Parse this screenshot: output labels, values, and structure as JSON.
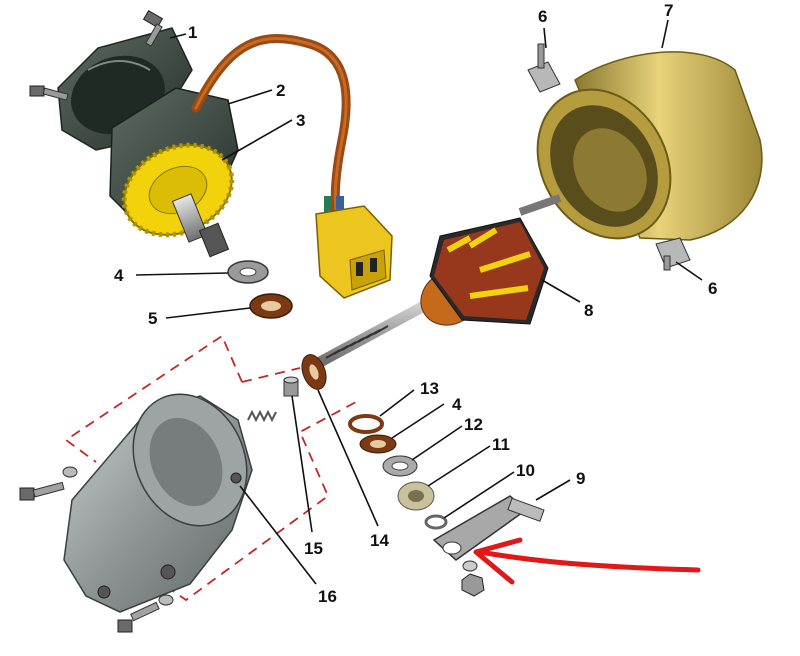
{
  "labels": {
    "p1": "1",
    "p2": "2",
    "p3": "3",
    "p4a": "4",
    "p4b": "4",
    "p5": "5",
    "p6a": "6",
    "p6b": "6",
    "p7": "7",
    "p8": "8",
    "p9": "9",
    "p10": "10",
    "p11": "11",
    "p12": "12",
    "p13": "13",
    "p14": "14",
    "p15": "15",
    "p16": "16"
  },
  "colors": {
    "housing_gray": "#8f9695",
    "cover_green": "#3d4a42",
    "gear_yellow": "#f2d20a",
    "brass_can": "#c8b052",
    "copper_winding": "#a33a1c",
    "wire_brown": "#9a4a12",
    "connector_yellow": "#ecc51e",
    "washer_brown": "#7b3a14",
    "dash_red": "#c0282a",
    "arrow_red": "#e01818"
  }
}
